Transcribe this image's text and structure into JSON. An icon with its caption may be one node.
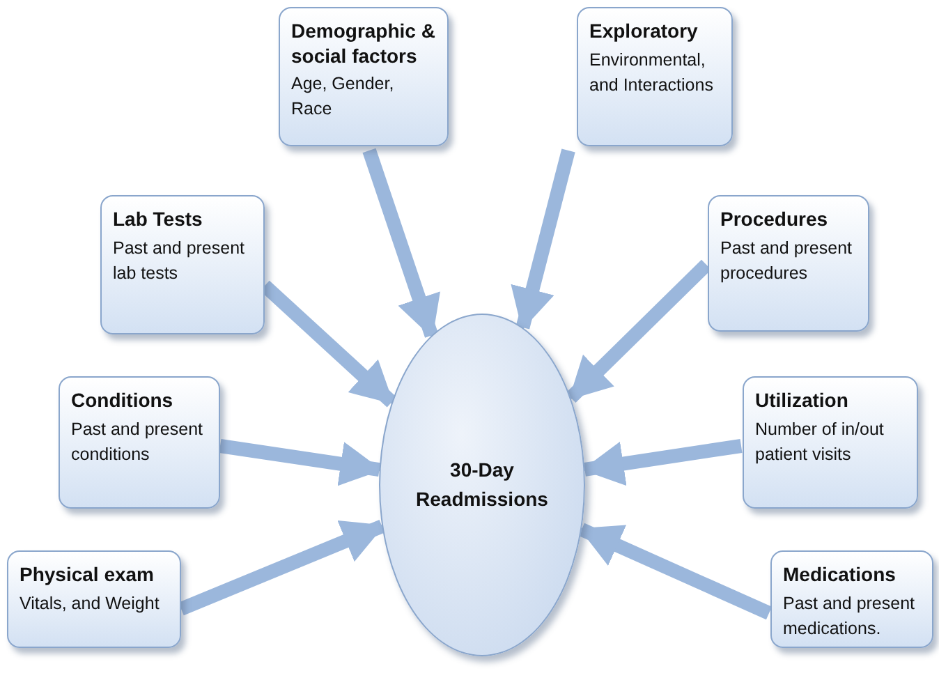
{
  "diagram": {
    "nodes": [
      {
        "text": [
          "Demographic & social factors",
          "Age, Gender, Race"
        ]
      },
      {
        "text": [
          "Exploratory",
          "Environmental, and Interactions"
        ]
      },
      {
        "text": [
          "Lab Tests",
          "Past and present lab tests"
        ]
      },
      {
        "text": [
          "Procedures",
          "Past and present procedures"
        ]
      },
      {
        "text": [
          "Conditions",
          "Past and present conditions"
        ]
      },
      {
        "text": [
          "Utilization",
          "Number of in/out patient visits"
        ]
      },
      {
        "text": [
          "30-Day Readmissions"
        ]
      },
      {
        "text": [
          "Physical exam",
          "Vitals, and Weight"
        ]
      },
      {
        "text": [
          "Medications",
          "Past and present medications."
        ]
      }
    ],
    "edges": [
      {
        "from": 0,
        "to": 6,
        "arrow": "to"
      },
      {
        "from": 1,
        "to": 6,
        "arrow": "to"
      },
      {
        "from": 2,
        "to": 6,
        "arrow": "to"
      },
      {
        "from": 3,
        "to": 6,
        "arrow": "to"
      },
      {
        "from": 4,
        "to": 6,
        "arrow": "to"
      },
      {
        "from": 5,
        "to": 6,
        "arrow": "to"
      },
      {
        "from": 7,
        "to": 6,
        "arrow": "to"
      },
      {
        "from": 8,
        "to": 6,
        "arrow": "to"
      }
    ]
  }
}
